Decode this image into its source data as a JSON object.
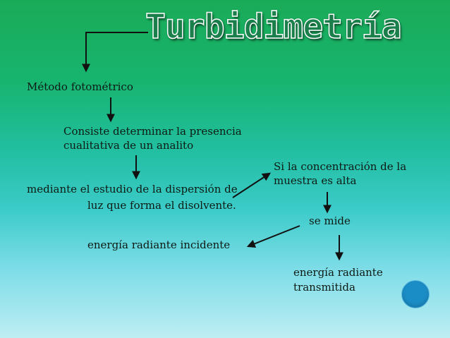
{
  "title": "Turbidimetría",
  "nodes": {
    "metodo": "Método fotométrico",
    "consiste_line1": "Consiste determinar la presencia",
    "consiste_line2": "cualitativa de un analito",
    "mediante_line1": "mediante el estudio de la dispersión de",
    "mediante_line2": "luz que forma el disolvente.",
    "incidente": "energía radiante incidente",
    "concentracion_line1": "Si la concentración de la",
    "concentracion_line2": "muestra es alta",
    "se_mide": "se mide",
    "transmitida_line1": "energía radiante",
    "transmitida_line2": "transmitida"
  },
  "colors": {
    "title_fill": "#1b7f4b",
    "decor_circle": "#1b8dc6",
    "arrow": "#111111"
  }
}
